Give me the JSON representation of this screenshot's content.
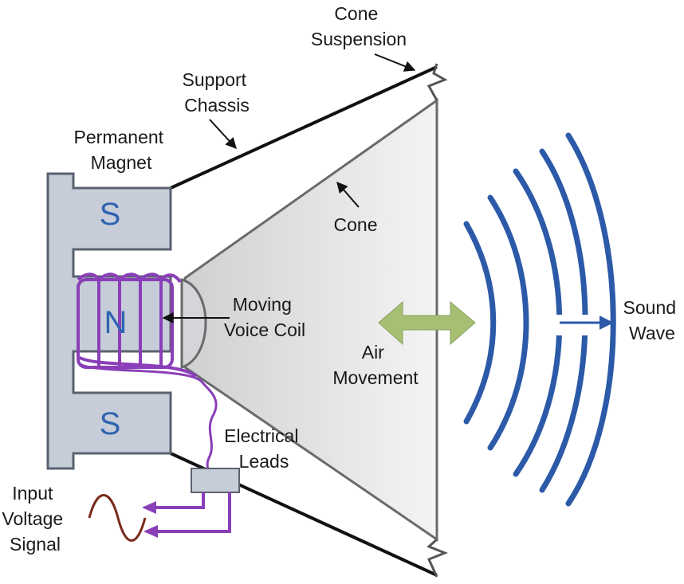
{
  "labels": {
    "cone_suspension": [
      "Cone",
      "Suspension"
    ],
    "support_chassis": [
      "Support",
      "Chassis"
    ],
    "permanent_magnet": [
      "Permanent",
      "Magnet"
    ],
    "cone": "Cone",
    "moving_voice_coil": [
      "Moving",
      "Voice Coil"
    ],
    "air_movement": [
      "Air",
      "Movement"
    ],
    "sound_wave": [
      "Sound",
      "Wave"
    ],
    "electrical_leads": [
      "Electrical",
      "Leads"
    ],
    "input_voltage_signal": [
      "Input",
      "Voltage",
      "Signal"
    ]
  },
  "poles": {
    "top": "S",
    "middle": "N",
    "bottom": "S"
  },
  "colors": {
    "magnet_fill": "#c6cdd8",
    "magnet_stroke": "#5a6270",
    "pole_text": "#2e64b0",
    "coil": "#8a3fb8",
    "wave": "#2c5aa8",
    "arrow_air": "#a6bf72",
    "signal": "#7a2a1a",
    "outline": "#111111"
  }
}
